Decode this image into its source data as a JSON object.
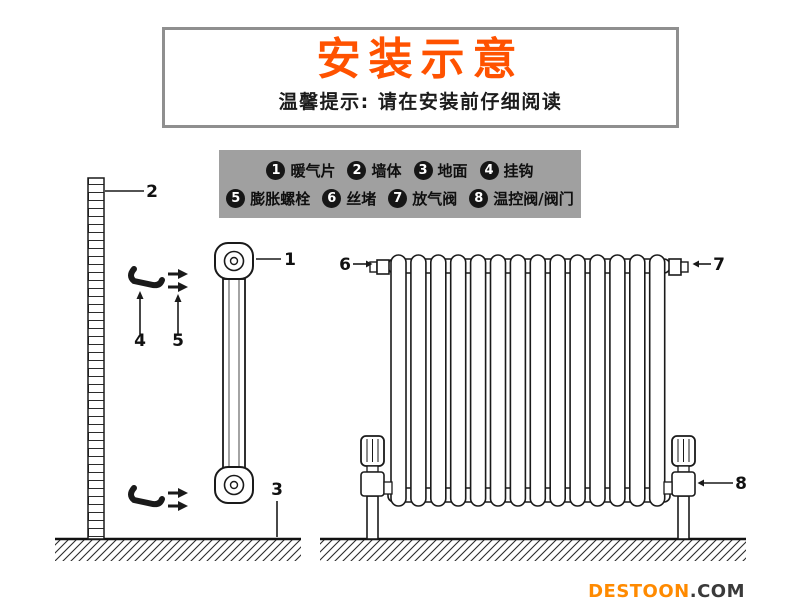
{
  "title_box": {
    "title": "安装示意",
    "tip": "温馨提示: 请在安装前仔细阅读"
  },
  "legend": {
    "items": [
      {
        "num": "1",
        "label": "暖气片"
      },
      {
        "num": "2",
        "label": "墙体"
      },
      {
        "num": "3",
        "label": "地面"
      },
      {
        "num": "4",
        "label": "挂钩"
      },
      {
        "num": "5",
        "label": "膨胀螺栓"
      },
      {
        "num": "6",
        "label": "丝堵"
      },
      {
        "num": "7",
        "label": "放气阀"
      },
      {
        "num": "8",
        "label": "温控阀/阀门"
      }
    ]
  },
  "callouts": {
    "radiator": "1",
    "wall": "2",
    "ground": "3",
    "hook": "4",
    "expansion_bolt": "5",
    "plug": "6",
    "air_valve": "7",
    "thermo_valve": "8"
  },
  "watermark": {
    "brand": "DESTOON",
    "suffix": ".COM"
  },
  "colors": {
    "title_orange": "#ff5200",
    "watermark_orange": "#ff8a00",
    "legend_bg": "#a0a0a0",
    "line_dark": "#1a1a1a",
    "box_border_gray": "#8f8f8f"
  }
}
